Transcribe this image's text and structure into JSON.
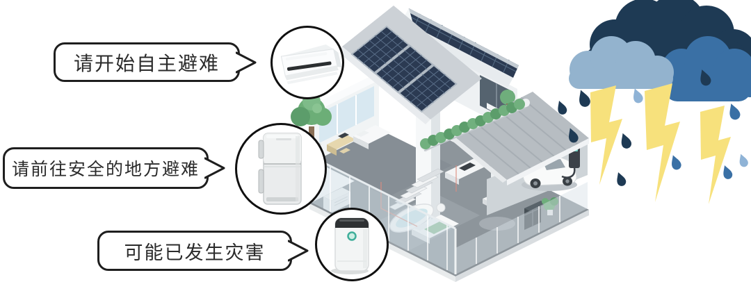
{
  "callouts": [
    {
      "label": "请开始自主避难",
      "target": "air-conditioner"
    },
    {
      "label": "请前往安全的地方避难",
      "target": "refrigerator"
    },
    {
      "label": "可能已发生灾害",
      "target": "air-purifier"
    }
  ],
  "icons": {
    "appliances": [
      "air-conditioner-icon",
      "refrigerator-icon",
      "air-purifier-icon"
    ],
    "weather": [
      "storm-cloud-icon",
      "lightning-icon",
      "rain-drop-icon"
    ],
    "house": [
      "solar-panel-roof",
      "green-roof",
      "electric-car",
      "ev-charger",
      "tree"
    ]
  },
  "colors": {
    "bubble_border": "#1e1e1e",
    "bubble_text": "#2b2b2b",
    "cloud_dark": "#1e3a54",
    "cloud_medium": "#3a70a5",
    "cloud_light": "#93b3ce",
    "lightning_yellow": "#f7e17c",
    "solar_panel_blue": "#2b3a52",
    "roof_gray": "#b7bdc2",
    "greenery_green": "#6fae7c"
  }
}
